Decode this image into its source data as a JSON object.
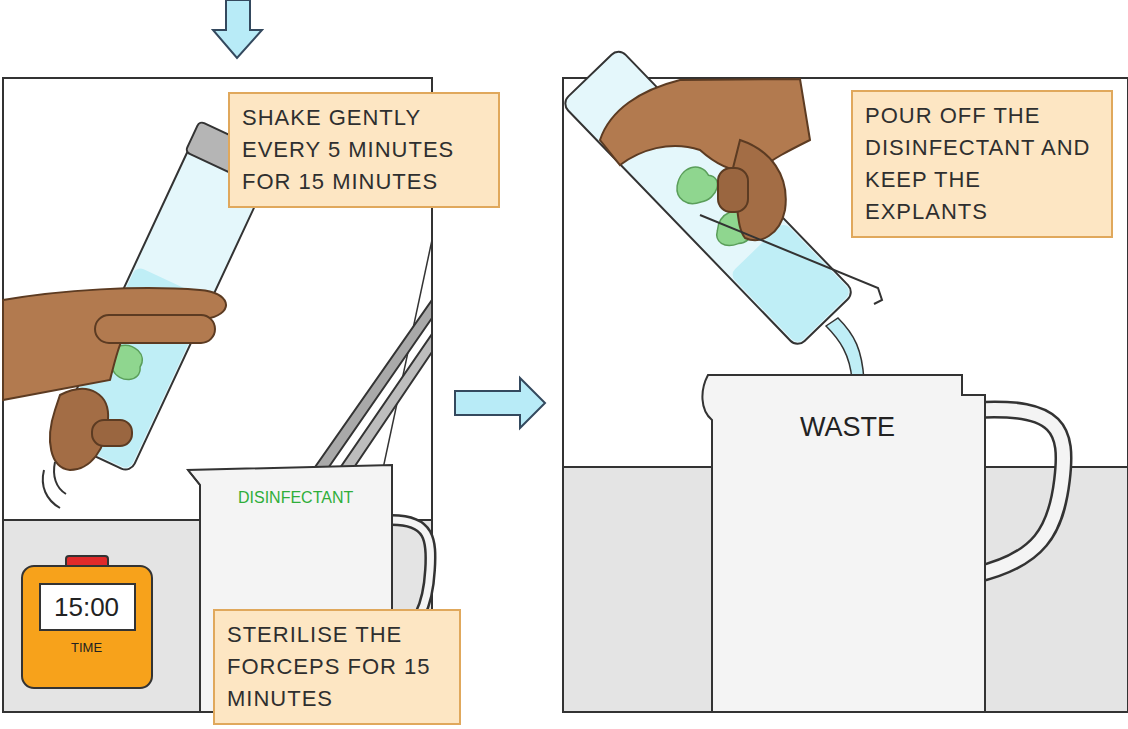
{
  "diagram": {
    "nodes": [
      {
        "text": [
          "SHAKE GENTLY EVERY 5 MINUTES FOR 15 MINUTES"
        ]
      },
      {
        "text": [
          "STERILISE THE FORCEPS FOR 15 MINUTES"
        ]
      },
      {
        "text": [
          "POUR OFF THE DISINFECTANT AND KEEP THE EXPLANTS"
        ]
      }
    ],
    "labels": [
      "DISINFECTANT",
      "15:00",
      "TIME",
      "WASTE"
    ]
  }
}
